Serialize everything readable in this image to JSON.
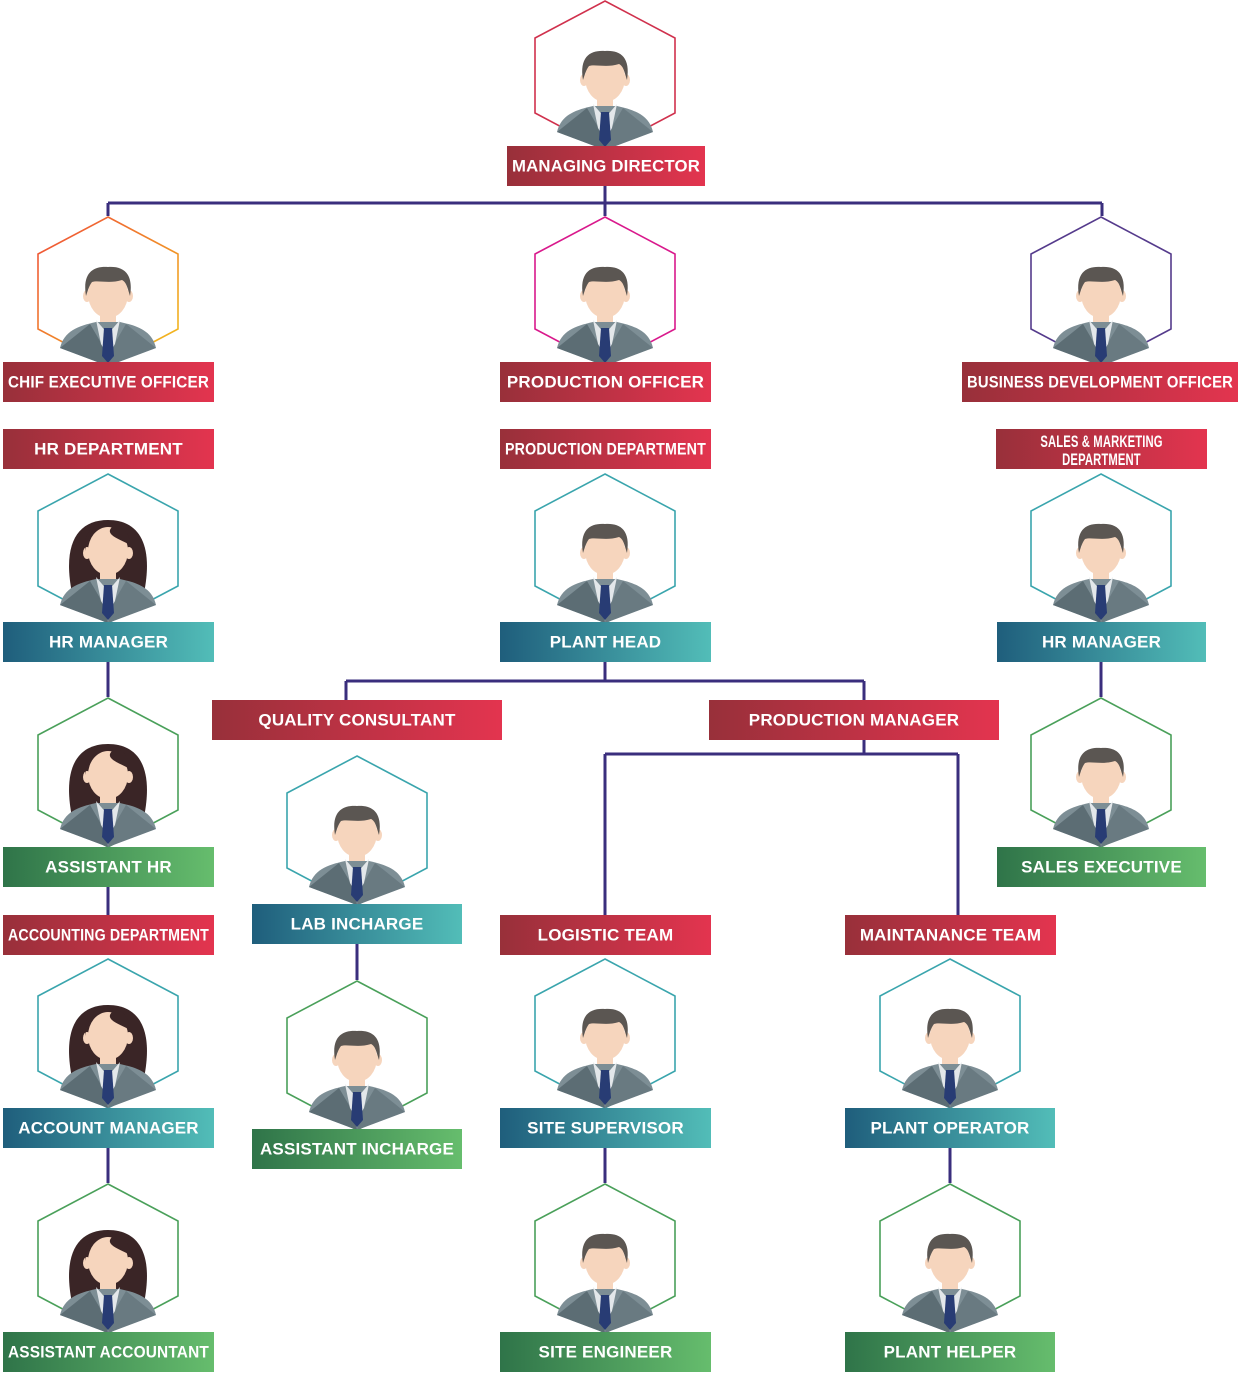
{
  "colors": {
    "connector": "#3a2e7d",
    "red_from": "#98303a",
    "red_to": "#e3344f",
    "blue_from": "#1f5e7c",
    "blue_to": "#52bdb8",
    "green_from": "#2f7449",
    "green_to": "#66bd6d",
    "skin": "#f6d5bd",
    "hair_male": "#5b5652",
    "hair_female": "#3a2526",
    "suit": "#7d8e95",
    "suit_dark": "#5c6d74",
    "tie": "#283c74",
    "shirt": "#e3e7ea"
  },
  "nodes": [
    {
      "id": "md",
      "title": "MANAGING DIRECTOR",
      "person": "male",
      "hex_color": "#d0314d",
      "label_style": "red"
    },
    {
      "id": "ceo",
      "title": "CHIF EXECUTIVE OFFICER",
      "person": "male",
      "hex_color": "#f29327",
      "label_style": "red"
    },
    {
      "id": "po",
      "title": "PRODUCTION OFFICER",
      "person": "male",
      "hex_color": "#d9198c",
      "label_style": "red"
    },
    {
      "id": "bdo",
      "title": "BUSINESS DEVELOPMENT OFFICER",
      "person": "male",
      "hex_color": "#553b8c",
      "label_style": "red"
    },
    {
      "id": "hr-dept",
      "title": "HR DEPARTMENT",
      "label_style": "red"
    },
    {
      "id": "prod-dept",
      "title": "PRODUCTION DEPARTMENT",
      "label_style": "red"
    },
    {
      "id": "sales-dept",
      "title": "SALES & MARKETING DEPARTMENT",
      "title_lines": [
        "SALES & MARKETING",
        "DEPARTMENT"
      ],
      "label_style": "red"
    },
    {
      "id": "hr-mgr-1",
      "title": "HR MANAGER",
      "person": "female",
      "hex_color": "#3aa5ad",
      "label_style": "blue"
    },
    {
      "id": "plant-head",
      "title": "PLANT HEAD",
      "person": "male",
      "hex_color": "#3aa5ad",
      "label_style": "blue"
    },
    {
      "id": "hr-mgr-2",
      "title": "HR MANAGER",
      "person": "male",
      "hex_color": "#3aa5ad",
      "label_style": "blue"
    },
    {
      "id": "quality",
      "title": "QUALITY CONSULTANT",
      "label_style": "red"
    },
    {
      "id": "prod-mgr",
      "title": "PRODUCTION MANAGER",
      "label_style": "red"
    },
    {
      "id": "asst-hr",
      "title": "ASSISTANT HR",
      "person": "female",
      "hex_color": "#4aa05a",
      "label_style": "green"
    },
    {
      "id": "sales-exec",
      "title": "SALES EXECUTIVE",
      "person": "male",
      "hex_color": "#4aa05a",
      "label_style": "green"
    },
    {
      "id": "lab",
      "title": "LAB INCHARGE",
      "person": "male",
      "hex_color": "#3aa5ad",
      "label_style": "blue"
    },
    {
      "id": "acct-dept",
      "title": "ACCOUNTING DEPARTMENT",
      "label_style": "red"
    },
    {
      "id": "logistic",
      "title": "LOGISTIC TEAM",
      "label_style": "red"
    },
    {
      "id": "maint",
      "title": "MAINTANANCE TEAM",
      "label_style": "red"
    },
    {
      "id": "acct-mgr",
      "title": "ACCOUNT MANAGER",
      "person": "female",
      "hex_color": "#3aa5ad",
      "label_style": "blue"
    },
    {
      "id": "site-sup",
      "title": "SITE SUPERVISOR",
      "person": "male",
      "hex_color": "#3aa5ad",
      "label_style": "blue"
    },
    {
      "id": "plant-op",
      "title": "PLANT OPERATOR",
      "person": "male",
      "hex_color": "#3aa5ad",
      "label_style": "blue"
    },
    {
      "id": "asst-inch",
      "title": "ASSISTANT INCHARGE",
      "person": "male",
      "hex_color": "#4aa05a",
      "label_style": "green"
    },
    {
      "id": "asst-acct",
      "title": "ASSISTANT ACCOUNTANT",
      "person": "female",
      "hex_color": "#4aa05a",
      "label_style": "green"
    },
    {
      "id": "site-eng",
      "title": "SITE ENGINEER",
      "person": "male",
      "hex_color": "#4aa05a",
      "label_style": "green"
    },
    {
      "id": "plant-help",
      "title": "PLANT HELPER",
      "person": "male",
      "hex_color": "#4aa05a",
      "label_style": "green"
    }
  ],
  "edges": [
    [
      "md",
      "ceo"
    ],
    [
      "md",
      "po"
    ],
    [
      "md",
      "bdo"
    ],
    [
      "hr-mgr-1",
      "asst-hr"
    ],
    [
      "hr-mgr-1-branch",
      "acct-dept"
    ],
    [
      "acct-mgr",
      "asst-acct"
    ],
    [
      "plant-head",
      "quality"
    ],
    [
      "plant-head",
      "prod-mgr"
    ],
    [
      "lab",
      "asst-inch"
    ],
    [
      "prod-mgr",
      "logistic"
    ],
    [
      "prod-mgr",
      "maint"
    ],
    [
      "site-sup",
      "site-eng"
    ],
    [
      "plant-op",
      "plant-help"
    ],
    [
      "hr-mgr-2",
      "sales-exec"
    ]
  ]
}
